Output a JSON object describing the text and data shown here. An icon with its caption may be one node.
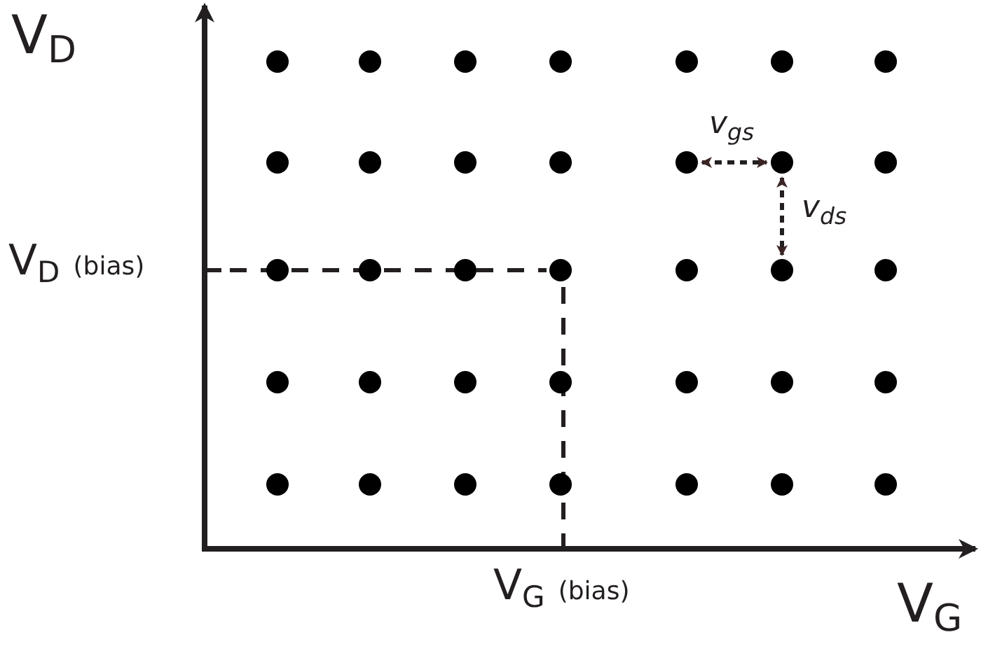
{
  "diagram": {
    "nodes": [
      {
        "text": [],
        "shape": "circle"
      },
      {
        "text": [],
        "shape": "circle"
      },
      {
        "text": [],
        "shape": "circle"
      },
      {
        "text": [],
        "shape": "circle"
      },
      {
        "text": [],
        "shape": "circle"
      },
      {
        "text": [],
        "shape": "circle"
      },
      {
        "text": [],
        "shape": "circle"
      },
      {
        "text": [],
        "shape": "circle"
      },
      {
        "text": [],
        "shape": "circle"
      },
      {
        "text": [],
        "shape": "circle"
      },
      {
        "text": [],
        "shape": "circle"
      },
      {
        "text": [],
        "shape": "circle"
      },
      {
        "text": [],
        "shape": "circle"
      },
      {
        "text": [],
        "shape": "circle"
      },
      {
        "text": [],
        "shape": "circle"
      },
      {
        "text": [],
        "shape": "circle"
      },
      {
        "text": [],
        "shape": "circle"
      },
      {
        "text": [],
        "shape": "circle"
      },
      {
        "text": [],
        "shape": "circle"
      },
      {
        "text": [],
        "shape": "circle"
      },
      {
        "text": [],
        "shape": "circle"
      },
      {
        "text": [],
        "shape": "circle"
      },
      {
        "text": [],
        "shape": "circle"
      },
      {
        "text": [],
        "shape": "circle"
      },
      {
        "text": [],
        "shape": "circle"
      },
      {
        "text": [],
        "shape": "circle"
      },
      {
        "text": [],
        "shape": "circle"
      },
      {
        "text": [],
        "shape": "circle"
      },
      {
        "text": [],
        "shape": "circle"
      },
      {
        "text": [],
        "shape": "circle"
      },
      {
        "text": [],
        "shape": "circle"
      },
      {
        "text": [],
        "shape": "circle"
      },
      {
        "text": [],
        "shape": "circle"
      },
      {
        "text": [],
        "shape": "circle"
      },
      {
        "text": [],
        "shape": "circle"
      }
    ],
    "edges": [
      {
        "from": 11,
        "to": 12,
        "arrow": "both",
        "label": "v$_{gs}$",
        "style": "dashed"
      },
      {
        "from": 12,
        "to": 19,
        "arrow": "both",
        "label": "v$_{ds}$",
        "style": "dashed"
      }
    ],
    "labels": [
      "V$_{D}$",
      "V$_{D}$ (bias)",
      "V$_{G}$ (bias)",
      "V$_{G}$"
    ]
  }
}
